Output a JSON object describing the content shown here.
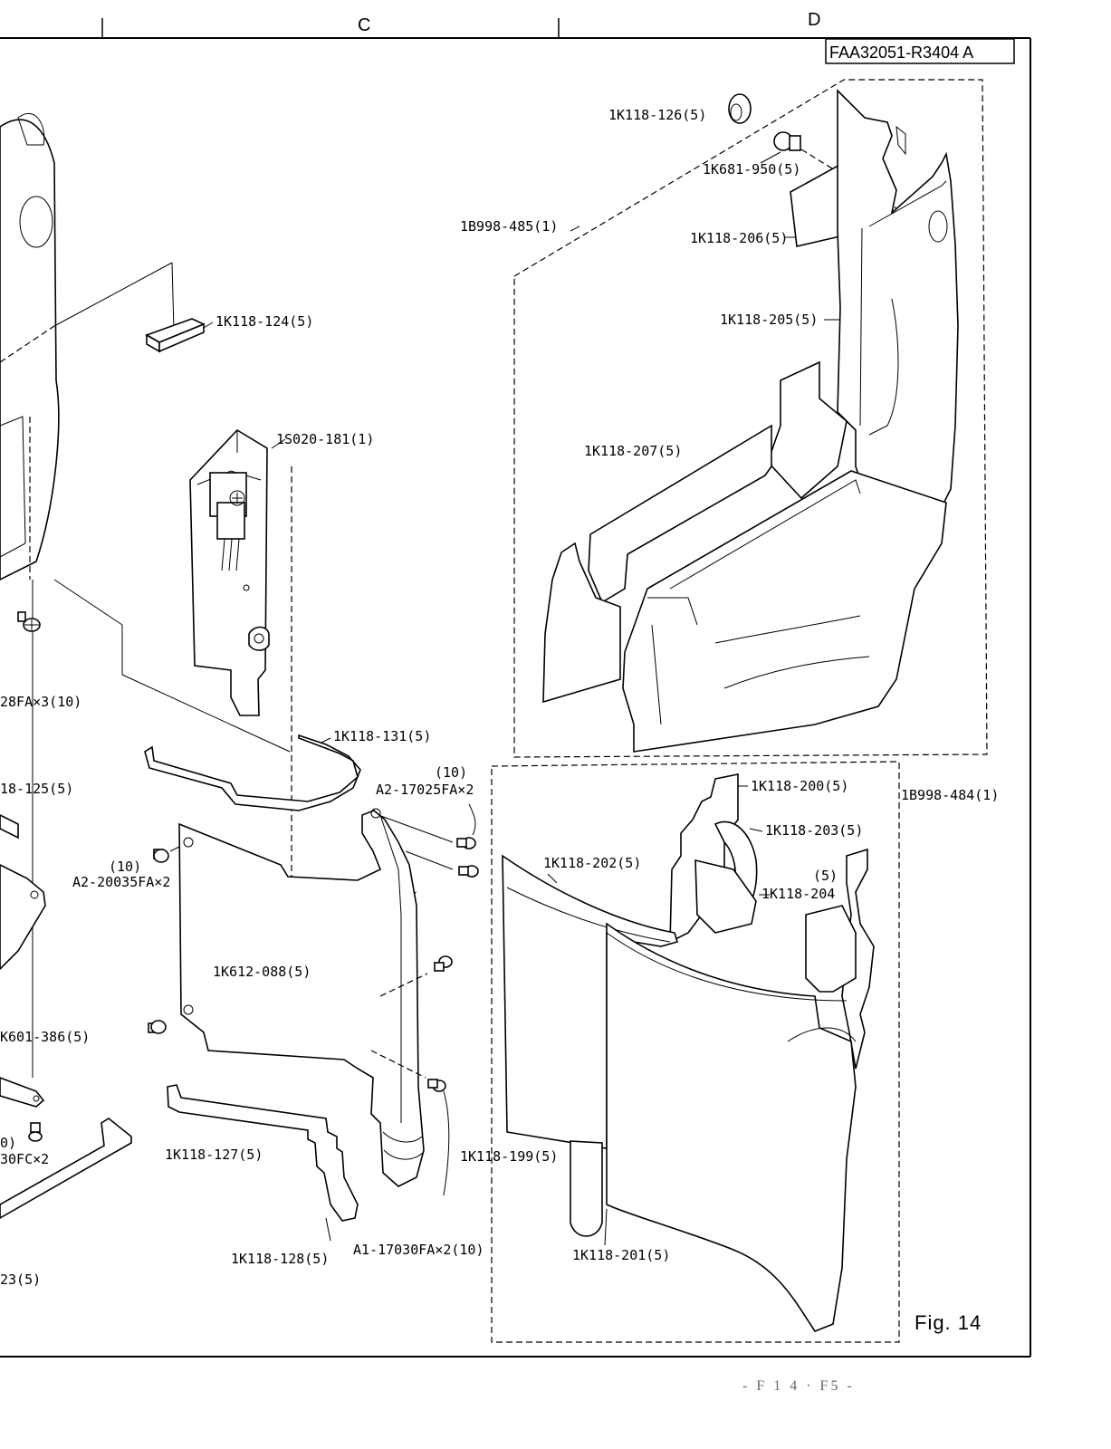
{
  "sheet": {
    "zone_labels": [
      "C",
      "D"
    ],
    "document_id": "FAA32051-R3404 A",
    "figure_label": "Fig. 14",
    "footer": "- F 1 4 · F5 -"
  },
  "assemblies": {
    "upper": "1B998-485(1)",
    "lower": "1B998-484(1)"
  },
  "callouts": [
    "1K118-126(5)",
    "1K681-950(5)",
    "1K118-206(5)",
    "1K118-205(5)",
    "1K118-207(5)",
    "1K118-124(5)",
    "1S020-181(1)",
    "1K118-131(5)",
    "(10)",
    "A2-17025FA×2",
    "(10)",
    "A2-20035FA×2",
    "1K612-088(5)",
    "1K118-127(5)",
    "1K118-128(5)",
    "A1-17030FA×2(10)",
    "1K118-200(5)",
    "1K118-203(5)",
    "1K118-202(5)",
    "(5)",
    "1K118-204",
    "1K118-199(5)",
    "1K118-201(5)",
    "28FA×3(10)",
    "18-125(5)",
    "K601-386(5)",
    "0)",
    "30FC×2",
    "23(5)"
  ]
}
